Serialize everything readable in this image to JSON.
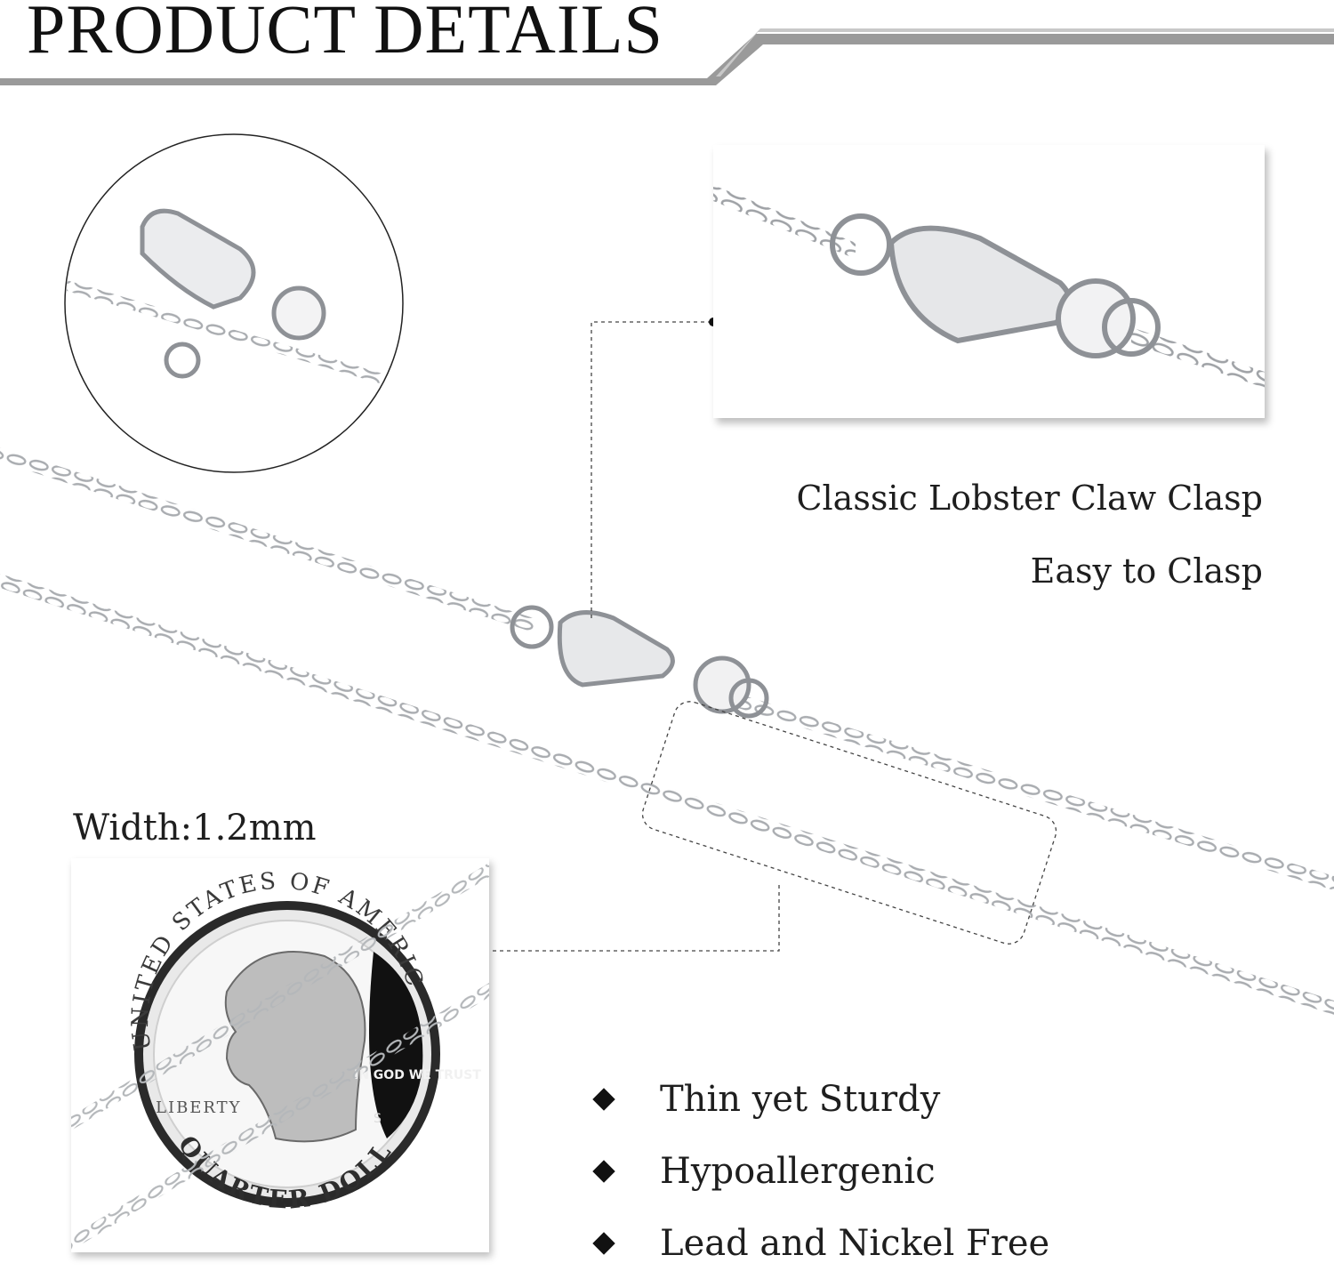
{
  "header": {
    "title": "PRODUCT DETAILS"
  },
  "clasp_section": {
    "line1": "Classic Lobster Claw Clasp",
    "line2": "Easy to Clasp"
  },
  "coin_section": {
    "width_label": "Width:1.2mm",
    "coin_text": {
      "arc_top": "UNITED STATES OF AMERICA",
      "motto": "IN GOD WE TRUST",
      "left": "LIBERTY",
      "mint": "S",
      "bottom": "QUARTER DOLLAR"
    }
  },
  "features": [
    {
      "text": "Thin yet Sturdy",
      "icon": "diamond-bullet-icon"
    },
    {
      "text": "Hypoallergenic",
      "icon": "diamond-bullet-icon"
    },
    {
      "text": "Lead and Nickel Free",
      "icon": "diamond-bullet-icon"
    }
  ],
  "colors": {
    "metal": "#b9bcc0",
    "text": "#1e1e1e",
    "accent": "#111111"
  }
}
